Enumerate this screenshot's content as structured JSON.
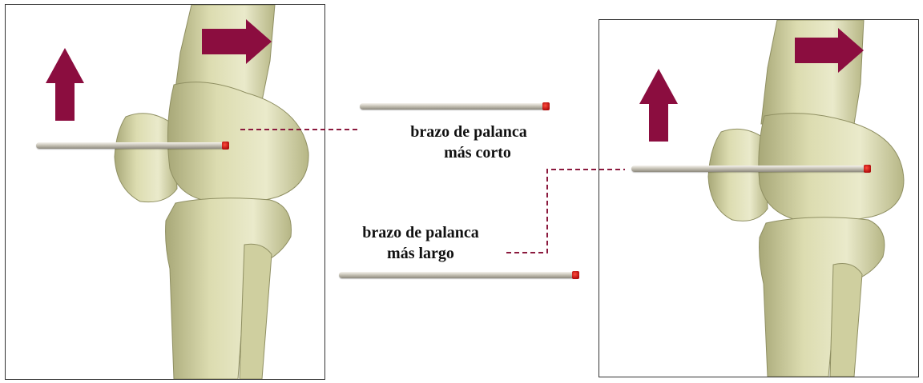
{
  "labels": {
    "shorter_line1": "brazo de palanca",
    "shorter_line2": "más corto",
    "longer_line1": "brazo de palanca",
    "longer_line2": "más largo"
  },
  "colors": {
    "arrow": "#8b0d3f",
    "dash": "#8b1a3e",
    "bone_light": "#e7e8c6",
    "bone_mid": "#cfd09e",
    "bone_shadow": "#9e9e6c",
    "rod_tip": "#c8140c"
  },
  "icons": {
    "arrow_up": "arrow-up-icon",
    "arrow_right": "arrow-right-icon"
  }
}
